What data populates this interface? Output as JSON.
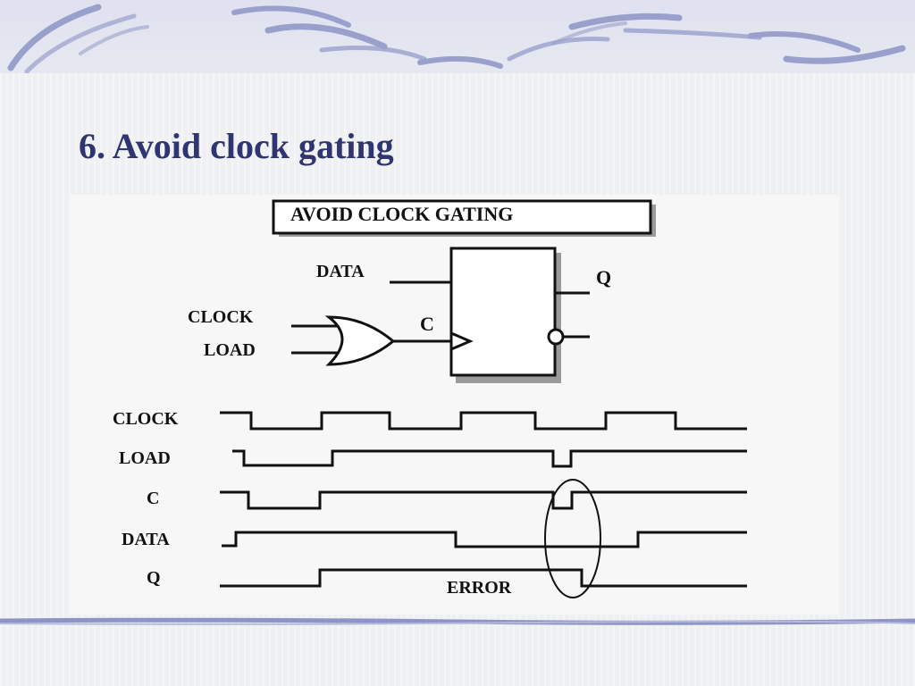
{
  "slide": {
    "title": "6. Avoid clock gating"
  },
  "figure": {
    "banner": "AVOID CLOCK GATING",
    "circuit": {
      "data_label": "DATA",
      "clock_label": "CLOCK",
      "load_label": "LOAD",
      "c_label": "C",
      "q_label": "Q"
    },
    "timing": {
      "signals": [
        "CLOCK",
        "LOAD",
        "C",
        "DATA",
        "Q"
      ],
      "annotation": "ERROR"
    }
  },
  "colors": {
    "title": "#2e3570",
    "accent": "#8e95c6",
    "ink": "#111111"
  }
}
